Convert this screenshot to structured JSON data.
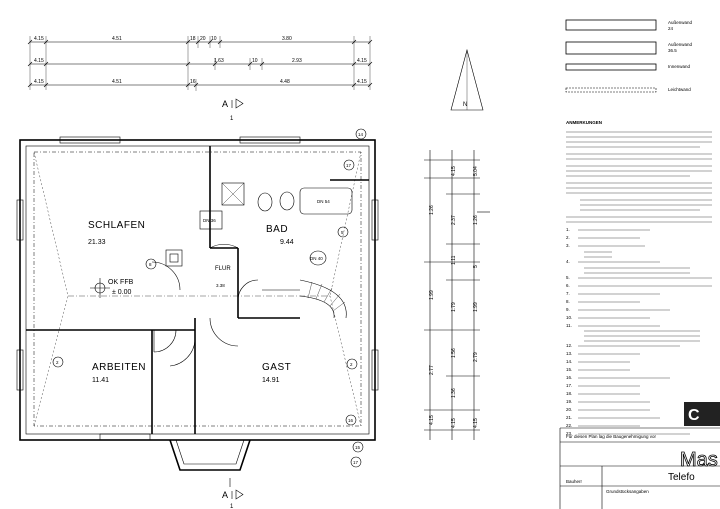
{
  "top_dimensions": {
    "row1": [
      "4.15",
      "4.51",
      "18",
      "20",
      "10",
      "3.80"
    ],
    "row2": [
      "4.15",
      "1.63",
      "10",
      "2.93",
      "4.15"
    ],
    "row3": [
      "4.15",
      "4.51",
      "16",
      "4.48",
      "4.15"
    ]
  },
  "section_marker": {
    "top_label": "A",
    "top_sub": "1",
    "bottom_label": "A",
    "bottom_sub": "1"
  },
  "north_arrow": {
    "label": "N"
  },
  "rooms": {
    "schlafen": {
      "name": "SCHLAFEN",
      "area": "21.33"
    },
    "bad": {
      "name": "BAD",
      "area": "9.44"
    },
    "flur": {
      "name": "FLUR",
      "area": "3.38"
    },
    "arbeiten": {
      "name": "ARBEITEN",
      "area": "11.41"
    },
    "gast": {
      "name": "GAST",
      "area": "14.91"
    }
  },
  "level": {
    "line1": "OK  FFB",
    "line2": "± 0.00"
  },
  "fixtures": {
    "dn36": "DN 36",
    "dn54": "DN 54",
    "dn40": "DN 40"
  },
  "markers": [
    "14",
    "17",
    "8",
    "2",
    "5",
    "16",
    "15",
    "17",
    "2"
  ],
  "right_dimensions": {
    "outer": [
      "1.26",
      "1.99",
      "2.77",
      "4.15"
    ],
    "inner": [
      "4.15",
      "2.37",
      "1.11",
      "1.79",
      "1.56",
      "1.36",
      "4.15"
    ],
    "col3": [
      "5.04",
      "1.26",
      "5",
      "1.99",
      "2.79",
      "4.15"
    ]
  },
  "legend": {
    "items": [
      {
        "name": "Außenwand",
        "sub": "24"
      },
      {
        "name": "Außenwand",
        "sub": "36.5"
      },
      {
        "name": "Innenwand",
        "sub": ""
      },
      {
        "name": "Leichtwand",
        "sub": ""
      }
    ],
    "notes_title": "ANMERKUNGEN",
    "number_list": [
      "1.",
      "2.",
      "3.",
      "4.",
      "5.",
      "6.",
      "7.",
      "8.",
      "9.",
      "10.",
      "11.",
      "12.",
      "13.",
      "14.",
      "15.",
      "16.",
      "17.",
      "18.",
      "19.",
      "20.",
      "21.",
      "22.",
      "23."
    ]
  },
  "title_block": {
    "note": "Für diesen Plan lag die Baugenehmigung vor",
    "company": "Mas",
    "phone": "Telefo",
    "bauherr_label": "Bauherr",
    "drawing_label": "Grundstücksangaben"
  }
}
